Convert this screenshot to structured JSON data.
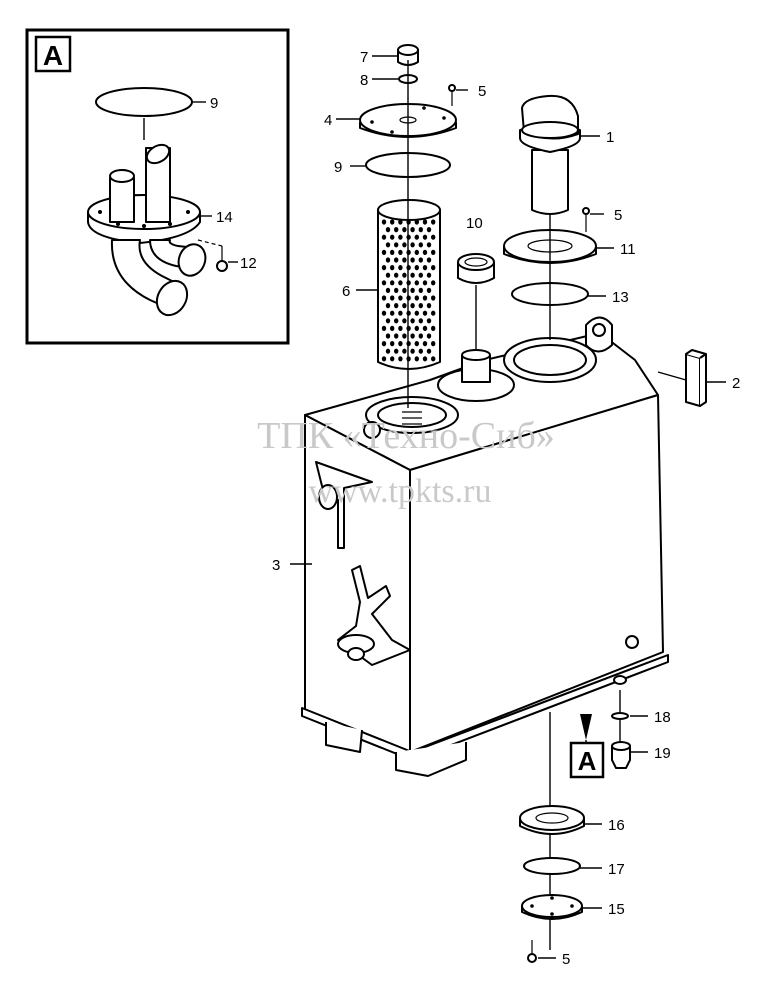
{
  "watermark": {
    "line1": "ТПК «Техно-Сиб»",
    "line2": "www.tpkts.ru"
  },
  "view_label": "A",
  "parts": [
    {
      "id": "n1",
      "label": "1"
    },
    {
      "id": "n2",
      "label": "2"
    },
    {
      "id": "n3",
      "label": "3"
    },
    {
      "id": "n4",
      "label": "4"
    },
    {
      "id": "n5a",
      "label": "5"
    },
    {
      "id": "n5b",
      "label": "5"
    },
    {
      "id": "n5c",
      "label": "5"
    },
    {
      "id": "n6",
      "label": "6"
    },
    {
      "id": "n7",
      "label": "7"
    },
    {
      "id": "n8",
      "label": "8"
    },
    {
      "id": "n9a",
      "label": "9"
    },
    {
      "id": "n9b",
      "label": "9"
    },
    {
      "id": "n10",
      "label": "10"
    },
    {
      "id": "n11",
      "label": "11"
    },
    {
      "id": "n12",
      "label": "12"
    },
    {
      "id": "n13",
      "label": "13"
    },
    {
      "id": "n14",
      "label": "14"
    },
    {
      "id": "n15",
      "label": "15"
    },
    {
      "id": "n16",
      "label": "16"
    },
    {
      "id": "n17",
      "label": "17"
    },
    {
      "id": "n18",
      "label": "18"
    },
    {
      "id": "n19",
      "label": "19"
    }
  ]
}
